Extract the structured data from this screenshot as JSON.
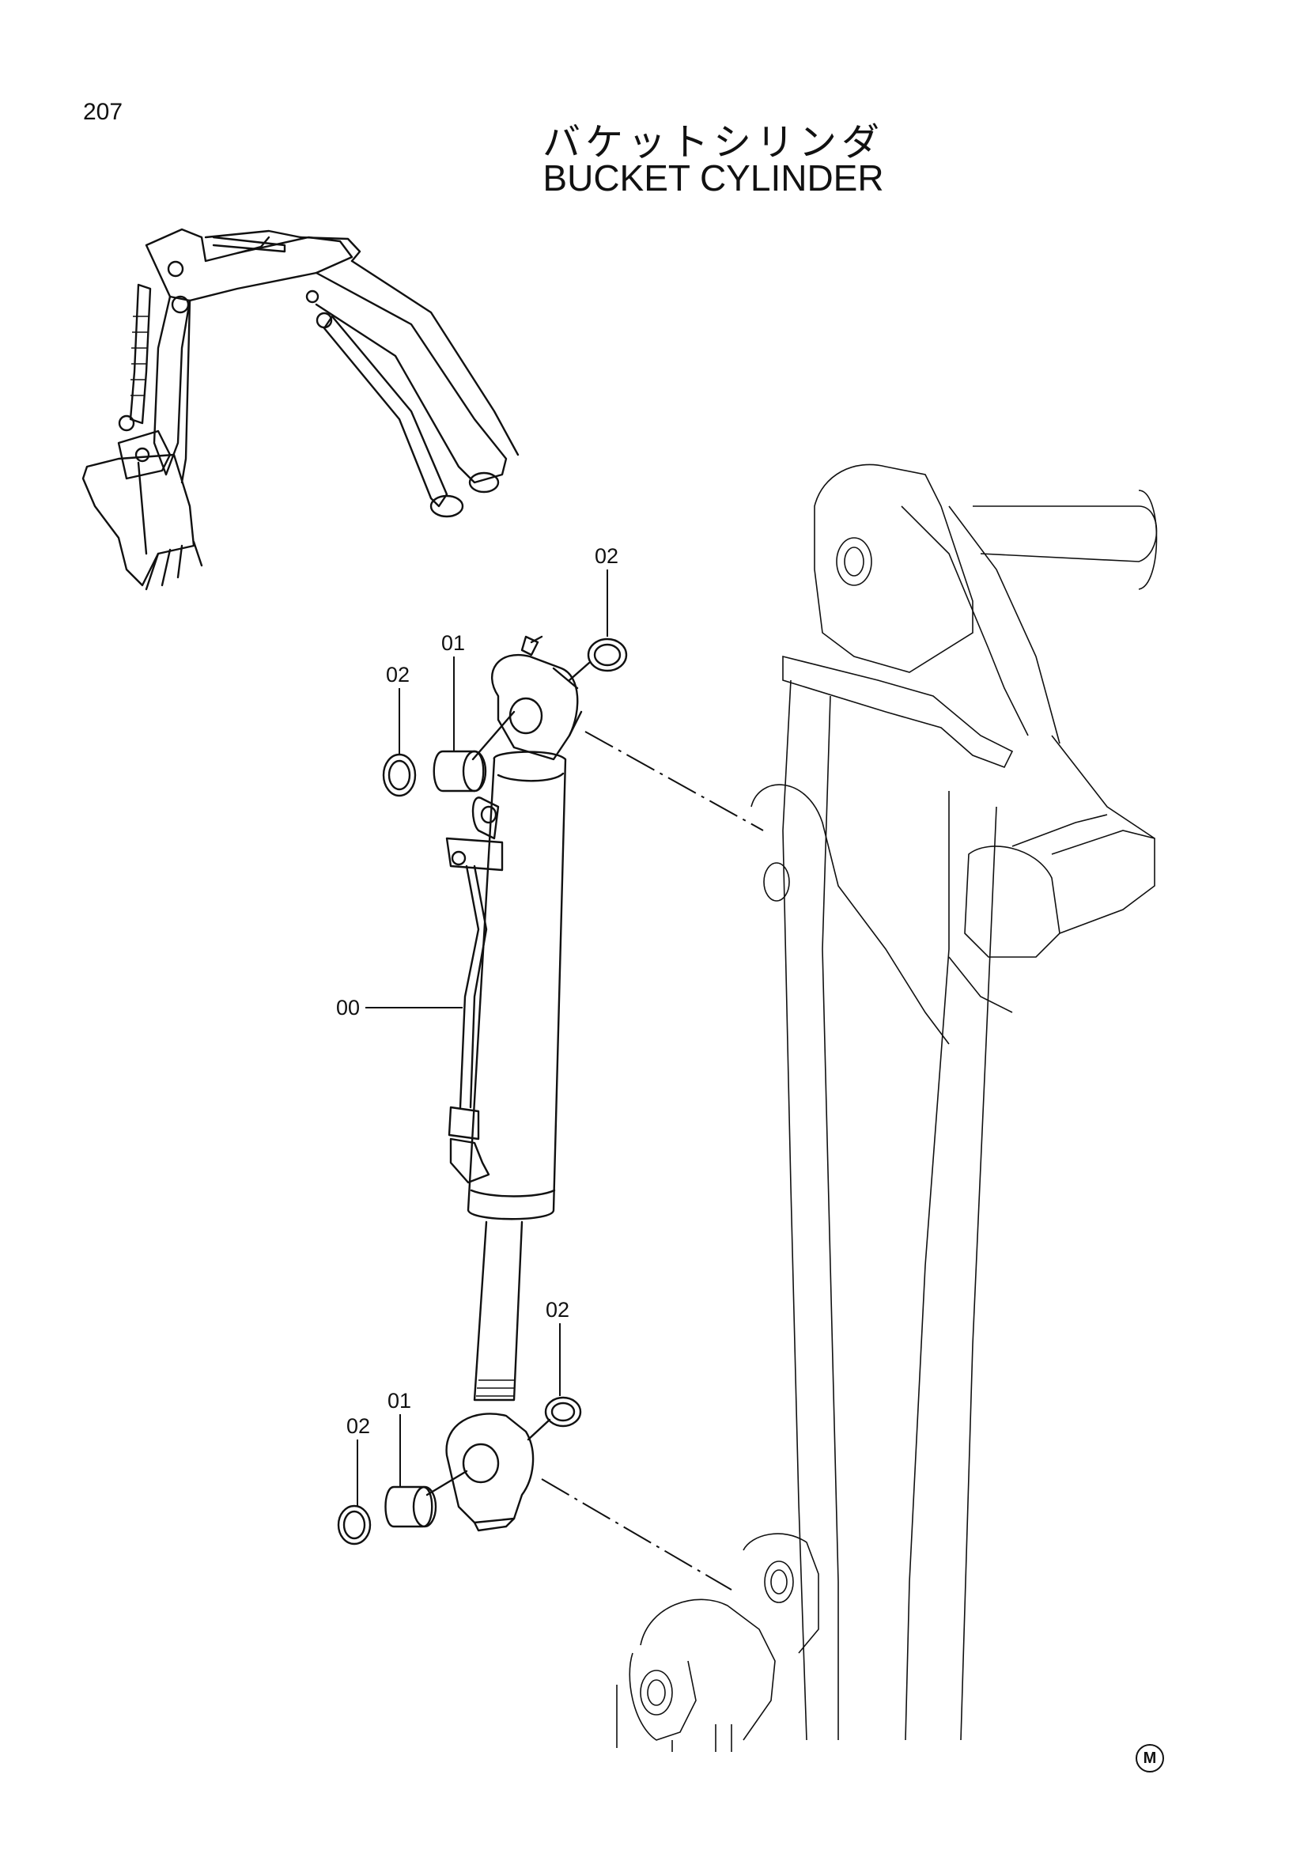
{
  "page": {
    "number": "207",
    "title_jp": "バケットシリンダ",
    "title_en": "BUCKET CYLINDER",
    "mark": "M"
  },
  "callouts": {
    "top_right_seal": "02",
    "top_bushing": "01",
    "top_left_seal": "02",
    "cylinder_assembly": "00",
    "bottom_right_seal": "02",
    "bottom_bushing": "01",
    "bottom_left_seal": "02"
  },
  "colors": {
    "ink": "#111111",
    "paper": "#ffffff"
  }
}
